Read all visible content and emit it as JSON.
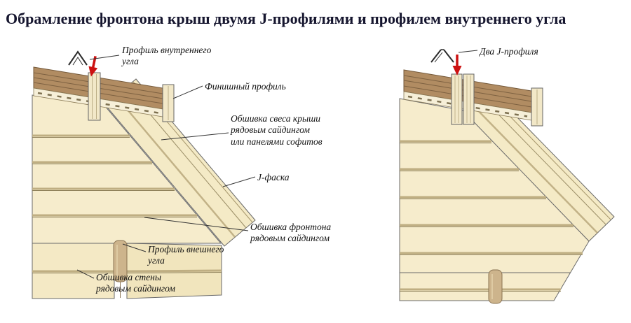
{
  "title": "Обрамление фронтона крыш двумя J-профилями и профилем внутреннего угла",
  "left_diagram": {
    "labels": {
      "inner_corner_profile": "Профиль внутреннего\nугла",
      "finish_profile": "Финишный профиль",
      "eaves_cladding": "Обшивка свеса крыши\nрядовым сайдингом\nили панелями софитов",
      "j_fascia": "J-фаска",
      "gable_cladding": "Обшивка фронтона\nрядовым сайдингом",
      "outer_corner_profile": "Профиль внешнего\nугла",
      "wall_cladding": "Обшивка стены\nрядовым сайдингом"
    }
  },
  "right_diagram": {
    "labels": {
      "two_j_profiles": "Два J-профиля"
    }
  },
  "colors": {
    "title": "#15152e",
    "label_text": "#111111",
    "siding_cream": "#f6eccc",
    "soffit_band": "#f4eac6",
    "roof_plank_brown": "#b18c62",
    "corner_strip_tan": "#cdb48c",
    "arrow_red": "#cc1111",
    "leader_line": "#333333"
  }
}
